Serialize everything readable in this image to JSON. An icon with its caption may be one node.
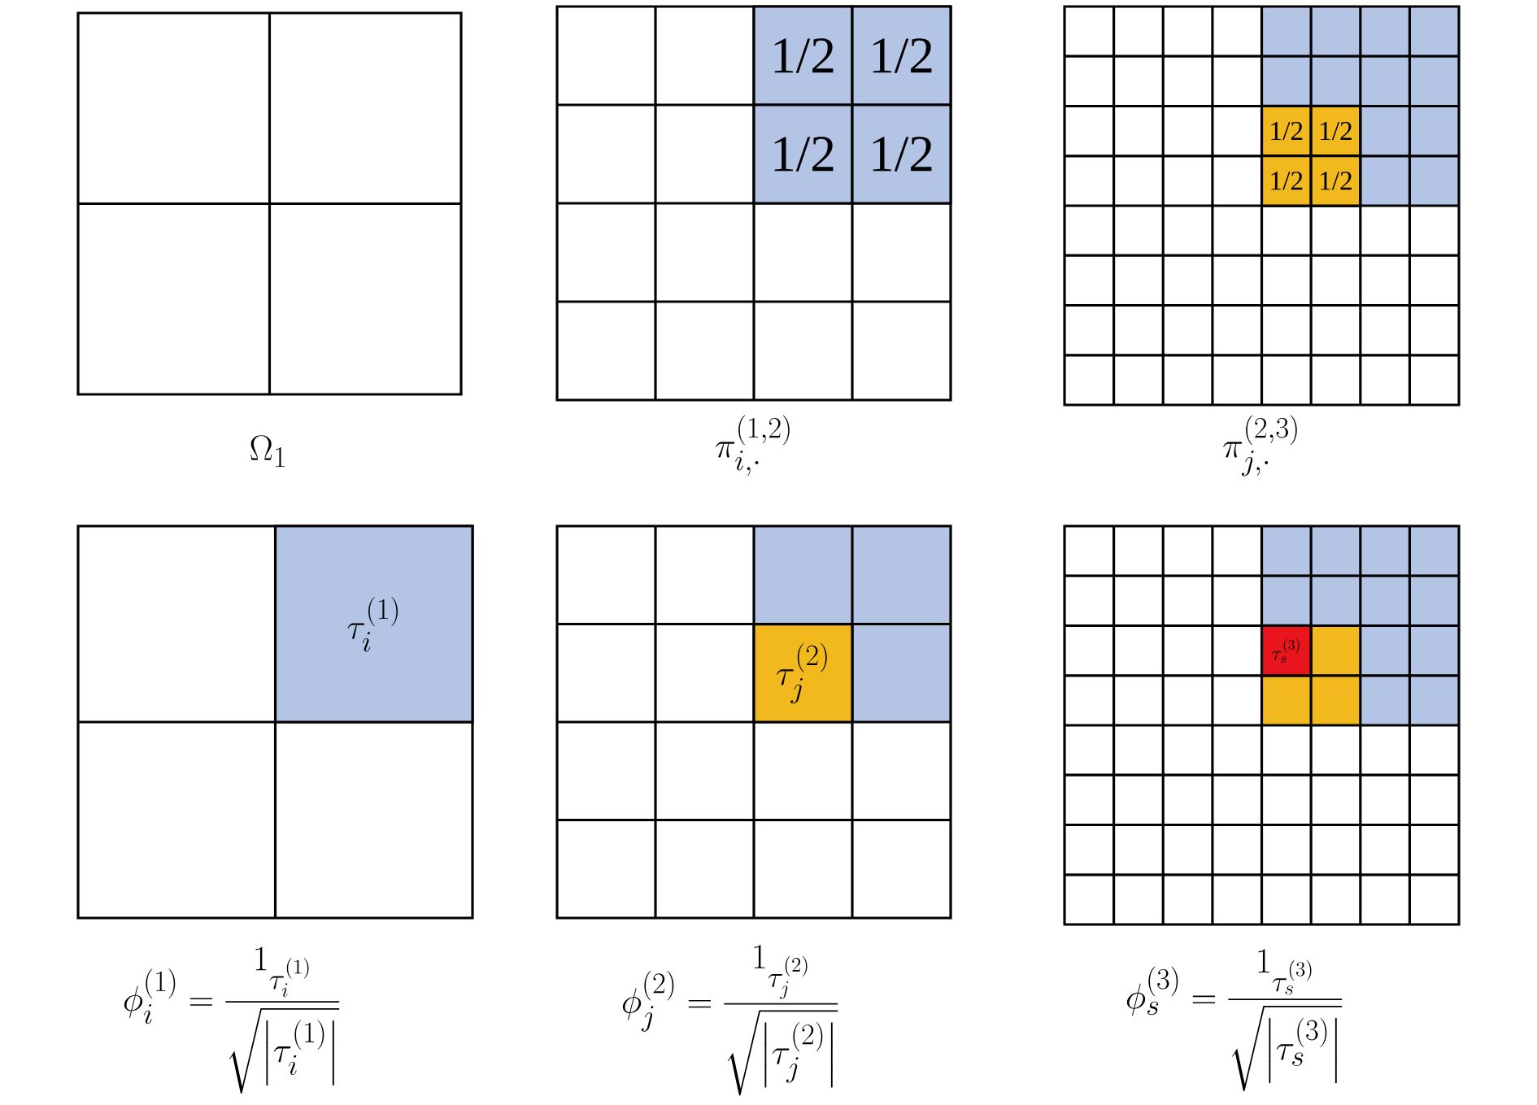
{
  "diagram": {
    "nodes": [
      {
        "text": [
          "1/2"
        ]
      },
      {
        "text": [
          "1/2"
        ]
      },
      {
        "text": [
          "1/2"
        ]
      },
      {
        "text": [
          "1/2"
        ]
      },
      {
        "text": [
          "1/2"
        ]
      },
      {
        "text": [
          "1/2"
        ]
      },
      {
        "text": [
          "1/2"
        ]
      },
      {
        "text": [
          "1/2"
        ]
      },
      {
        "text": [
          "\\tau_i^{(1)}"
        ]
      },
      {
        "text": [
          "\\tau_j^{(2)}"
        ]
      },
      {
        "text": [
          "\\tau_s^{(3)}"
        ]
      }
    ],
    "labels": [
      "\\Omega_1",
      "\\pi_{i,\\cdot}^{(1,2)}",
      "\\pi_{j,\\cdot}^{(2,3)}",
      "\\phi_i^{(1)}=\\frac{1_{\\tau_i^{(1)}}}{\\sqrt{\\left|\\tau_i^{(1)}\\right|}}",
      "\\phi_j^{(2)}=\\frac{1_{\\tau_j^{(2)}}}{\\sqrt{\\left|\\tau_j^{(2)}\\right|}}",
      "\\phi_s^{(3)}=\\frac{1_{\\tau_s^{(3)}}}{\\sqrt{\\left|\\tau_s^{(3)}\\right|}}"
    ]
  }
}
